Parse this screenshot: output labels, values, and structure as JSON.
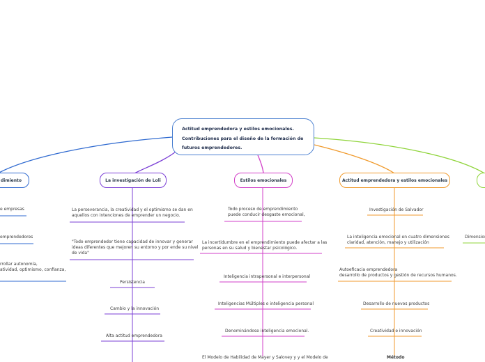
{
  "central": {
    "line1": "Actitud emprendedora y estilos emocionales.",
    "line2": "Contribuciones para el diseño de la formación de",
    "line3": "futuros emprendedores."
  },
  "branches": {
    "b1": {
      "title": "dimiento",
      "color": "#2f6ad0",
      "items": [
        "e empresas",
        "emprendedores",
        "rrollar autonomía,",
        "atividad, optimismo, confianza,"
      ]
    },
    "b2": {
      "title": "La investigación de Loli",
      "color": "#7b3fd6",
      "items": [
        "La perseverancia, la creatividad y el optimismo se dan en",
        "aquellos con intenciones de emprender un negocio.",
        "\"Todo emprendedor tiene capacidad de innovar y generar",
        "ideas diferentes que mejoren su entorno y por ende su nivel",
        "de vida\"",
        "Persistencia",
        "Cambio y la innovación",
        "Alta actitud emprendedora"
      ]
    },
    "b3": {
      "title": "Estilos emocionales",
      "color": "#d23fc8",
      "items": [
        "Todo proceso de emprendimiento",
        "puede conducir desgaste emocional,",
        "La incertidumbre en el emprendimiento puede afectar a las",
        "personas en su salud y bienestar psicológico.",
        "Inteligencia intrapersonal e interpersonal",
        "Inteligencias Múltiples o  inteligencia personal",
        "Denominándose inteligencia emocional.",
        "El Modelo de Habilidad de Mayer y Salovey y y el Modelo de"
      ]
    },
    "b4": {
      "title": "Actitud emprendedora y estilos emocionales",
      "color": "#f09a2c",
      "items": [
        "Investigación de Salvador",
        "La inteligencia emocional en cuatro dimensiones",
        "claridad, atención, manejo y utilización",
        "Autoeficacia emprendedora",
        " desarrollo de productos y gestión de recursos humanos.",
        "Desarrollo de nuevos productos",
        "Creatividad e innovación",
        "Método"
      ]
    },
    "b5": {
      "color": "#8fd43a",
      "items": [
        "Dimension"
      ]
    }
  }
}
